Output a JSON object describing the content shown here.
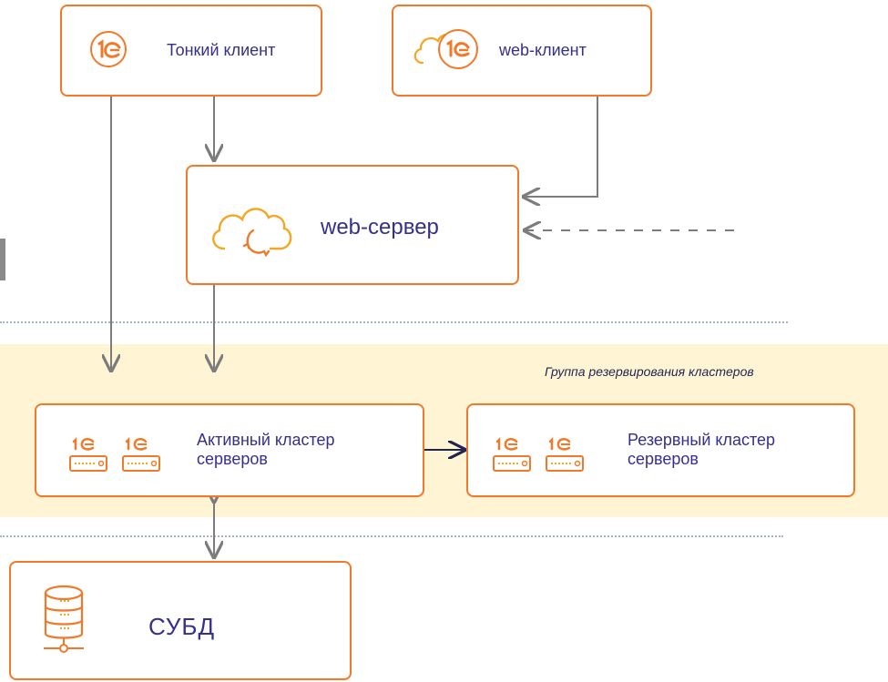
{
  "diagram": {
    "nodes": {
      "thin_client": {
        "label": "Тонкий клиент"
      },
      "web_client": {
        "label": "web-клиент"
      },
      "web_server": {
        "label": "web-сервер"
      },
      "active_cluster": {
        "label_line1": "Активный кластер",
        "label_line2": "серверов"
      },
      "reserve_cluster": {
        "label_line1": "Резервный кластер",
        "label_line2": "серверов"
      },
      "dbms": {
        "label": "СУБД"
      }
    },
    "group": {
      "title": "Группа резервирования кластеров"
    },
    "colors": {
      "border": "#f07a2a",
      "accent": "#f5a623",
      "text": "#35308b",
      "group_background": "#fff5d4",
      "connector": "#7c7c7c",
      "dotted_divider": "#a9b4c8"
    },
    "icons": {
      "thin_client_icon": "1c-logo-icon",
      "web_client_icon": "cloud-1c-icon",
      "web_server_icon": "cloud-sync-icon",
      "cluster_icon": "server-1c-icon",
      "dbms_icon": "database-icon"
    }
  }
}
